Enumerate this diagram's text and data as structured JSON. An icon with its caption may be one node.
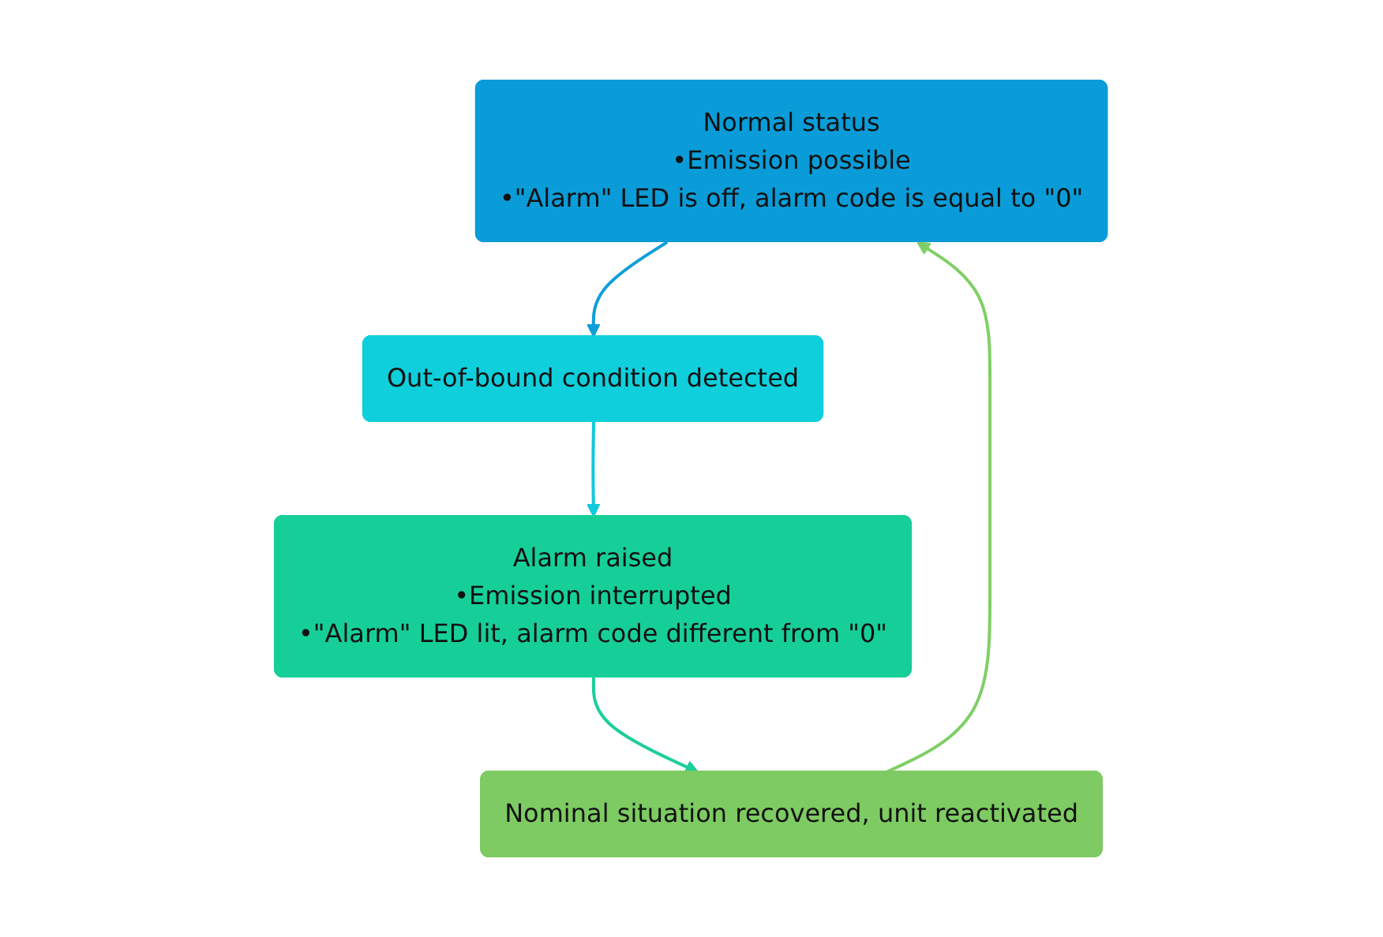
{
  "diagram": {
    "nodes": [
      {
        "text": [
          "Normal status",
          "•Emission possible",
          "•\"Alarm\" LED is off, alarm code is equal to \"0\""
        ]
      },
      {
        "text": [
          "Out-of-bound condition detected"
        ]
      },
      {
        "text": [
          "Alarm raised",
          "•Emission interrupted",
          "•\"Alarm\" LED lit, alarm code different from \"0\""
        ]
      },
      {
        "text": [
          "Nominal situation recovered, unit reactivated"
        ]
      }
    ],
    "edges": [
      {
        "from": 0,
        "to": 1,
        "arrow": "to",
        "color": "#0e9fd8"
      },
      {
        "from": 1,
        "to": 2,
        "arrow": "to",
        "color": "#12c9dc"
      },
      {
        "from": 2,
        "to": 3,
        "arrow": "to",
        "color": "#1ccf9a"
      },
      {
        "from": 3,
        "to": 0,
        "arrow": "to",
        "color": "#7fcf66"
      }
    ]
  }
}
